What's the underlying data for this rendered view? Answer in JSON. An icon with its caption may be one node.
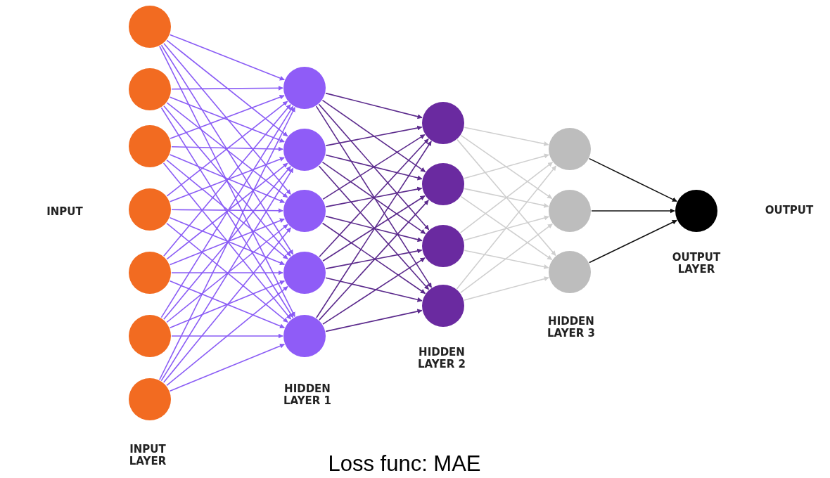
{
  "diagram": {
    "nodes": [
      {
        "text": [],
        "shape": "circle"
      },
      {
        "text": [],
        "shape": "circle"
      },
      {
        "text": [],
        "shape": "circle"
      },
      {
        "text": [],
        "shape": "circle"
      },
      {
        "text": [],
        "shape": "circle"
      },
      {
        "text": [],
        "shape": "circle"
      },
      {
        "text": [],
        "shape": "circle"
      },
      {
        "text": [],
        "shape": "circle"
      },
      {
        "text": [],
        "shape": "circle"
      },
      {
        "text": [],
        "shape": "circle"
      },
      {
        "text": [],
        "shape": "circle"
      },
      {
        "text": [],
        "shape": "circle"
      },
      {
        "text": [],
        "shape": "circle"
      },
      {
        "text": [],
        "shape": "circle"
      },
      {
        "text": [],
        "shape": "circle"
      },
      {
        "text": [],
        "shape": "circle"
      },
      {
        "text": [],
        "shape": "circle"
      },
      {
        "text": [],
        "shape": "circle"
      },
      {
        "text": [],
        "shape": "circle"
      },
      {
        "text": [],
        "shape": "circle"
      }
    ],
    "edges": [
      {
        "from": 0,
        "to": 7,
        "arrow": "to"
      },
      {
        "from": 0,
        "to": 8,
        "arrow": "to"
      },
      {
        "from": 0,
        "to": 9,
        "arrow": "to"
      },
      {
        "from": 0,
        "to": 10,
        "arrow": "to"
      },
      {
        "from": 0,
        "to": 11,
        "arrow": "to"
      },
      {
        "from": 1,
        "to": 7,
        "arrow": "to"
      },
      {
        "from": 1,
        "to": 8,
        "arrow": "to"
      },
      {
        "from": 1,
        "to": 9,
        "arrow": "to"
      },
      {
        "from": 1,
        "to": 10,
        "arrow": "to"
      },
      {
        "from": 1,
        "to": 11,
        "arrow": "to"
      },
      {
        "from": 2,
        "to": 7,
        "arrow": "to"
      },
      {
        "from": 2,
        "to": 8,
        "arrow": "to"
      },
      {
        "from": 2,
        "to": 9,
        "arrow": "to"
      },
      {
        "from": 2,
        "to": 10,
        "arrow": "to"
      },
      {
        "from": 2,
        "to": 11,
        "arrow": "to"
      },
      {
        "from": 3,
        "to": 7,
        "arrow": "to"
      },
      {
        "from": 3,
        "to": 8,
        "arrow": "to"
      },
      {
        "from": 3,
        "to": 9,
        "arrow": "to"
      },
      {
        "from": 3,
        "to": 10,
        "arrow": "to"
      },
      {
        "from": 3,
        "to": 11,
        "arrow": "to"
      },
      {
        "from": 4,
        "to": 7,
        "arrow": "to"
      },
      {
        "from": 4,
        "to": 8,
        "arrow": "to"
      },
      {
        "from": 4,
        "to": 9,
        "arrow": "to"
      },
      {
        "from": 4,
        "to": 10,
        "arrow": "to"
      },
      {
        "from": 4,
        "to": 11,
        "arrow": "to"
      },
      {
        "from": 5,
        "to": 7,
        "arrow": "to"
      },
      {
        "from": 5,
        "to": 8,
        "arrow": "to"
      },
      {
        "from": 5,
        "to": 9,
        "arrow": "to"
      },
      {
        "from": 5,
        "to": 10,
        "arrow": "to"
      },
      {
        "from": 5,
        "to": 11,
        "arrow": "to"
      },
      {
        "from": 6,
        "to": 7,
        "arrow": "to"
      },
      {
        "from": 6,
        "to": 8,
        "arrow": "to"
      },
      {
        "from": 6,
        "to": 9,
        "arrow": "to"
      },
      {
        "from": 6,
        "to": 10,
        "arrow": "to"
      },
      {
        "from": 6,
        "to": 11,
        "arrow": "to"
      },
      {
        "from": 7,
        "to": 12,
        "arrow": "to",
        "color": "#5b2a8c"
      },
      {
        "from": 7,
        "to": 13,
        "arrow": "to",
        "color": "#5b2a8c"
      },
      {
        "from": 7,
        "to": 14,
        "arrow": "to",
        "color": "#5b2a8c"
      },
      {
        "from": 7,
        "to": 15,
        "arrow": "to",
        "color": "#5b2a8c"
      },
      {
        "from": 8,
        "to": 12,
        "arrow": "to",
        "color": "#5b2a8c"
      },
      {
        "from": 8,
        "to": 13,
        "arrow": "to",
        "color": "#5b2a8c"
      },
      {
        "from": 8,
        "to": 14,
        "arrow": "to",
        "color": "#5b2a8c"
      },
      {
        "from": 8,
        "to": 15,
        "arrow": "to",
        "color": "#5b2a8c"
      },
      {
        "from": 9,
        "to": 12,
        "arrow": "to",
        "color": "#5b2a8c"
      },
      {
        "from": 9,
        "to": 13,
        "arrow": "to",
        "color": "#5b2a8c"
      },
      {
        "from": 9,
        "to": 14,
        "arrow": "to",
        "color": "#5b2a8c"
      },
      {
        "from": 9,
        "to": 15,
        "arrow": "to",
        "color": "#5b2a8c"
      },
      {
        "from": 10,
        "to": 12,
        "arrow": "to",
        "color": "#5b2a8c"
      },
      {
        "from": 10,
        "to": 13,
        "arrow": "to",
        "color": "#5b2a8c"
      },
      {
        "from": 10,
        "to": 14,
        "arrow": "to",
        "color": "#5b2a8c"
      },
      {
        "from": 10,
        "to": 15,
        "arrow": "to",
        "color": "#5b2a8c"
      },
      {
        "from": 11,
        "to": 12,
        "arrow": "to",
        "color": "#5b2a8c"
      },
      {
        "from": 11,
        "to": 13,
        "arrow": "to",
        "color": "#5b2a8c"
      },
      {
        "from": 11,
        "to": 14,
        "arrow": "to",
        "color": "#5b2a8c"
      },
      {
        "from": 11,
        "to": 15,
        "arrow": "to",
        "color": "#5b2a8c"
      },
      {
        "from": 12,
        "to": 16,
        "arrow": "to",
        "color": "#cfcfcf"
      },
      {
        "from": 12,
        "to": 17,
        "arrow": "to",
        "color": "#cfcfcf"
      },
      {
        "from": 12,
        "to": 18,
        "arrow": "to",
        "color": "#cfcfcf"
      },
      {
        "from": 13,
        "to": 16,
        "arrow": "to",
        "color": "#cfcfcf"
      },
      {
        "from": 13,
        "to": 17,
        "arrow": "to",
        "color": "#cfcfcf"
      },
      {
        "from": 13,
        "to": 18,
        "arrow": "to",
        "color": "#cfcfcf"
      },
      {
        "from": 14,
        "to": 16,
        "arrow": "to",
        "color": "#cfcfcf"
      },
      {
        "from": 14,
        "to": 17,
        "arrow": "to",
        "color": "#cfcfcf"
      },
      {
        "from": 14,
        "to": 18,
        "arrow": "to",
        "color": "#cfcfcf"
      },
      {
        "from": 15,
        "to": 16,
        "arrow": "to",
        "color": "#cfcfcf"
      },
      {
        "from": 15,
        "to": 17,
        "arrow": "to",
        "color": "#cfcfcf"
      },
      {
        "from": 15,
        "to": 18,
        "arrow": "to",
        "color": "#cfcfcf"
      },
      {
        "from": 16,
        "to": 19,
        "arrow": "to",
        "color": "#111111"
      },
      {
        "from": 17,
        "to": 19,
        "arrow": "to",
        "color": "#111111"
      },
      {
        "from": 18,
        "to": 19,
        "arrow": "to",
        "color": "#111111"
      }
    ],
    "labels": [
      "INPUT",
      "OUTPUT",
      "OUTPUT LAYER",
      "HIDDEN LAYER 3",
      "HIDDEN LAYER 2",
      "HIDDEN LAYER 1",
      "INPUT LAYER",
      "Loss func: MAE"
    ]
  }
}
